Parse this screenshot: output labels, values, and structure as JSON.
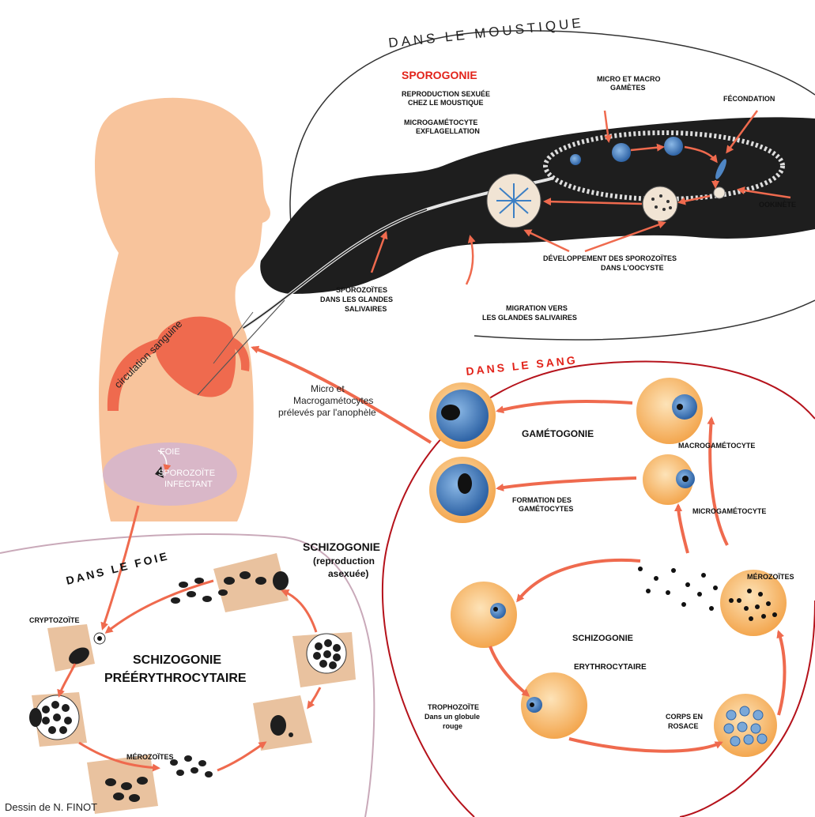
{
  "colors": {
    "skin": "#f8c49c",
    "organ": "#ef6a4e",
    "liver": "#d9b7c8",
    "arrow": "#ef6a4e",
    "title_red": "#e2231a",
    "blood_line": "#b5121b",
    "liver_line": "#c9a9b9",
    "mosquito": "#1e1e1e",
    "cell_orange": "#f7b866",
    "cell_blue": "#4f86c4",
    "hepatocyte": "#e9c29f"
  },
  "icons": [
    "human-silhouette",
    "heart-icon",
    "liver-icon",
    "mosquito-gut-icon",
    "red-blood-cell-icon",
    "parasite-icon"
  ],
  "sections": {
    "mosquito": "DANS LE MOUSTIQUE",
    "blood": "DANS LE SANG",
    "liver": "DANS LE FOIE"
  },
  "labels": {
    "sporogonie": "SPOROGONIE",
    "repro_sexuee_1": "REPRODUCTION SEXUÉE",
    "repro_sexuee_2": "CHEZ LE MOUSTIQUE",
    "micro_macro_1": "MICRO ET MACRO",
    "micro_macro_2": "GAMÈTES",
    "fecondation": "FÉCONDATION",
    "exflag_1": "MICROGAMÉTOCYTE",
    "exflag_2": "EXFLAGELLATION",
    "ookinete": "OOKINÈTE",
    "dev_sporo_1": "DÉVELOPPEMENT DES SPOROZOÏTES",
    "dev_sporo_2": "DANS L'OOCYSTE",
    "sporo_gl_1": "SPOROZOÏTES",
    "sporo_gl_2": "DANS LES GLANDES",
    "sporo_gl_3": "SALIVAIRES",
    "migration_1": "MIGRATION VERS",
    "migration_2": "LES GLANDES SALIVAIRES",
    "circulation": "circulation sanguine",
    "foie": "FOIE",
    "sporozoite_inf_1": "SPOROZOÏTE",
    "sporozoite_inf_2": "INFECTANT",
    "micro_macro_prel_1": "Micro et",
    "micro_macro_prel_2": "Macrogamétocytes",
    "micro_macro_prel_3": "prélevés par l'anophèle",
    "gametogonie": "GAMÉTOGONIE",
    "macrogametocyte": "MACROGAMÉTOCYTE",
    "formation_gam_1": "FORMATION DES",
    "formation_gam_2": "GAMÉTOCYTES",
    "microgametocyte": "MICROGAMÉTOCYTE",
    "schizo_liver_title_1": "SCHIZOGONIE",
    "schizo_liver_title_2": "(reproduction",
    "schizo_liver_title_3": "asexuée)",
    "cryptozoite": "CRYPTOZOÏTE",
    "schizo_pre_1": "SCHIZOGONIE",
    "schizo_pre_2": "PRÉÉRYTHROCYTAIRE",
    "merozoites_liver": "MÉROZOÏTES",
    "merozoites_blood": "MÉROZOÏTES",
    "schizo_ery_1": "SCHIZOGONIE",
    "schizo_ery_2": "ERYTHROCYTAIRE",
    "tropho_1": "TROPHOZOÏTE",
    "tropho_2": "Dans un globule",
    "tropho_3": "rouge",
    "rosace_1": "CORPS EN",
    "rosace_2": "ROSACE",
    "credit": "Dessin de N. FINOT"
  }
}
